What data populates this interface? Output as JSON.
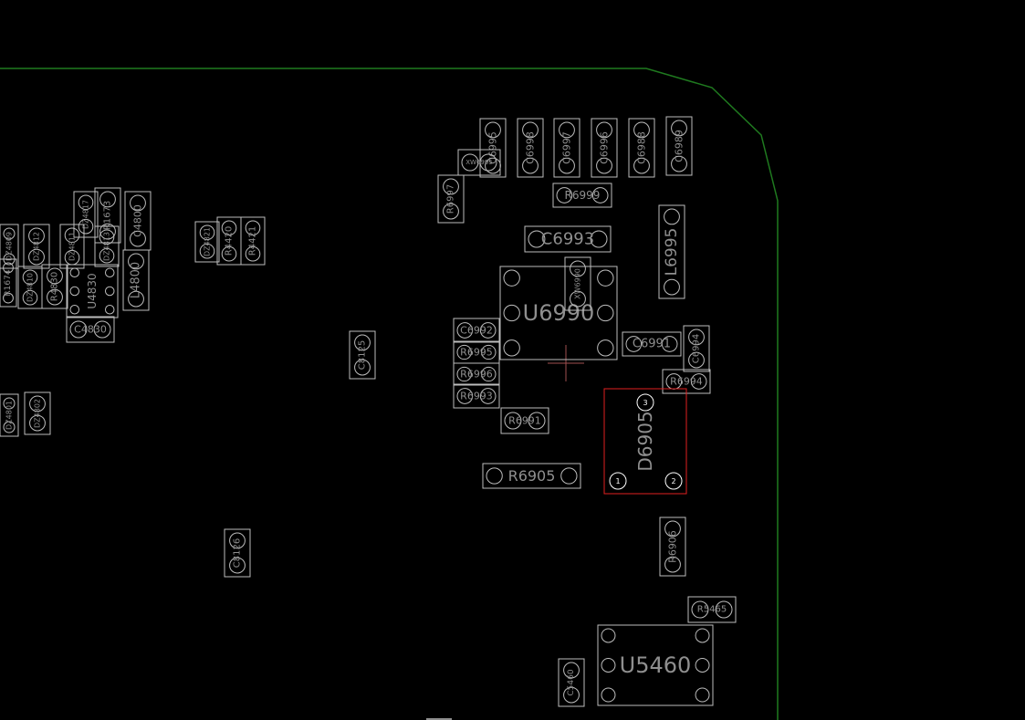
{
  "colors": {
    "background": "#000000",
    "outline": "#1f7a1f",
    "component": "#bdbdbd",
    "label": "#8f8f8f",
    "selected": "#e02020"
  },
  "selected": "D6905",
  "components": [
    {
      "ref": "C6995"
    },
    {
      "ref": "XW6995"
    },
    {
      "ref": "C6998"
    },
    {
      "ref": "C6997"
    },
    {
      "ref": "C6996"
    },
    {
      "ref": "C6988"
    },
    {
      "ref": "C6989"
    },
    {
      "ref": "R6999"
    },
    {
      "ref": "R6997"
    },
    {
      "ref": "C6993"
    },
    {
      "ref": "L6995"
    },
    {
      "ref": "U6990"
    },
    {
      "ref": "XW6990"
    },
    {
      "ref": "C6992"
    },
    {
      "ref": "R6995"
    },
    {
      "ref": "R6996"
    },
    {
      "ref": "R6993"
    },
    {
      "ref": "C6991"
    },
    {
      "ref": "C6994"
    },
    {
      "ref": "R6994"
    },
    {
      "ref": "R6991"
    },
    {
      "ref": "D6905",
      "pins": [
        "3",
        "1",
        "2"
      ]
    },
    {
      "ref": "R6905"
    },
    {
      "ref": "R6906"
    },
    {
      "ref": "R5465"
    },
    {
      "ref": "U5460"
    },
    {
      "ref": "C5460"
    },
    {
      "ref": "C8125"
    },
    {
      "ref": "C8126"
    },
    {
      "ref": "C4800"
    },
    {
      "ref": "L4800"
    },
    {
      "ref": "C4830"
    },
    {
      "ref": "U4830"
    },
    {
      "ref": "R4830"
    },
    {
      "ref": "R1673"
    },
    {
      "ref": "DZ4817"
    },
    {
      "ref": "DZ4813"
    },
    {
      "ref": "DZ4811"
    },
    {
      "ref": "DZ4812"
    },
    {
      "ref": "DZ4809"
    },
    {
      "ref": "DZ4810"
    },
    {
      "ref": "R1674"
    },
    {
      "ref": "DZ4821"
    },
    {
      "ref": "R4420"
    },
    {
      "ref": "R4421"
    },
    {
      "ref": "DZ4801"
    },
    {
      "ref": "DZ4802"
    }
  ]
}
